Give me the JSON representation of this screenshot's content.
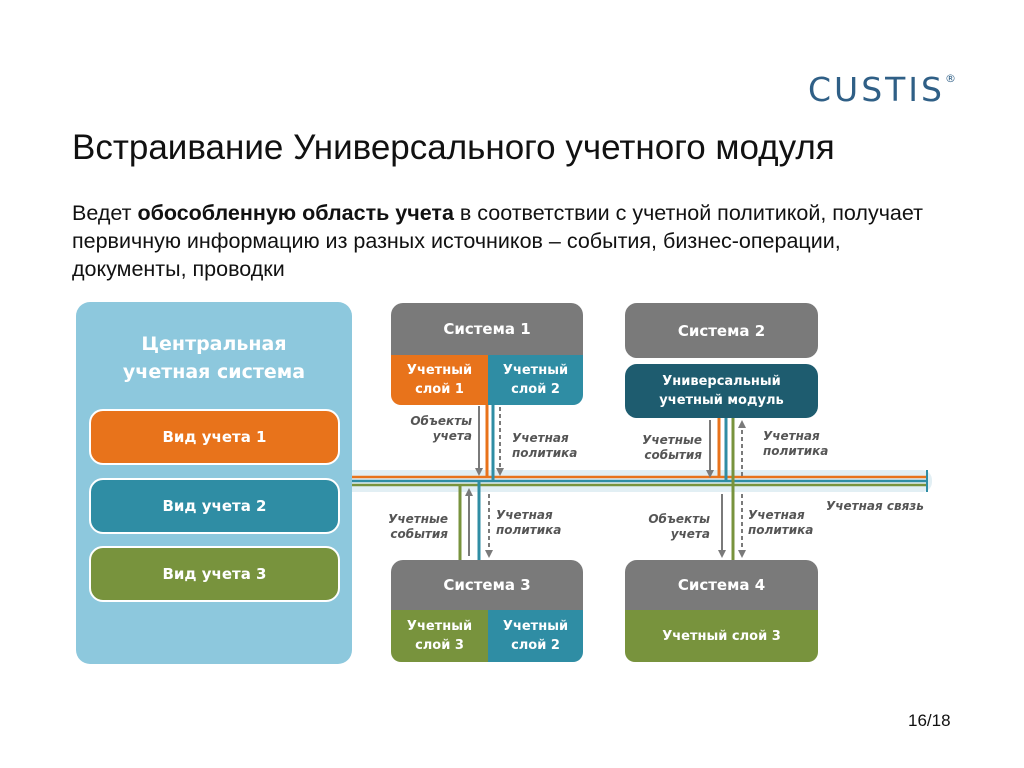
{
  "logo": {
    "text": "CUSTIS",
    "reg": "®"
  },
  "title": "Встраивание Универсального учетного модуля",
  "intro": {
    "part1": "Ведет ",
    "bold": "обособленную область учета",
    "part2": " в соответствии с учетной политикой, получает первичную информацию из разных источников – события, бизнес-операции, документы, проводки"
  },
  "central": {
    "title_line1": "Центральная",
    "title_line2": "учетная система",
    "views": [
      "Вид учета 1",
      "Вид учета 2",
      "Вид учета 3"
    ]
  },
  "system1": {
    "name": "Система 1",
    "layer_a": [
      "Учетный",
      "слой 1"
    ],
    "layer_b": [
      "Учетный",
      "слой 2"
    ]
  },
  "system2": {
    "name": "Система 2",
    "module": [
      "Универсальный",
      "учетный модуль"
    ]
  },
  "system3": {
    "name": "Система 3",
    "layer_a": [
      "Учетный",
      "слой 3"
    ],
    "layer_b": [
      "Учетный",
      "слой 2"
    ]
  },
  "system4": {
    "name": "Система 4",
    "layer": "Учетный слой 3"
  },
  "labels": {
    "s1_objects": [
      "Объекты",
      "учета"
    ],
    "s1_policy": [
      "Учетная",
      "политика"
    ],
    "s2_events": [
      "Учетные",
      "события"
    ],
    "s2_policy": [
      "Учетная",
      "политика"
    ],
    "bus": "Учетная связь",
    "s3_events": [
      "Учетные",
      "события"
    ],
    "s3_policy": [
      "Учетная",
      "политика"
    ],
    "s4_objects": [
      "Объекты",
      "учета"
    ],
    "s4_policy": [
      "Учетная",
      "политика"
    ]
  },
  "colors": {
    "orange": "#e8731b",
    "teal": "#2f8da4",
    "green": "#78933d",
    "dark_teal": "#1e5c6f",
    "gray": "#7a7a7a",
    "light_blue": "#8dc8dd"
  },
  "page": "16/18"
}
